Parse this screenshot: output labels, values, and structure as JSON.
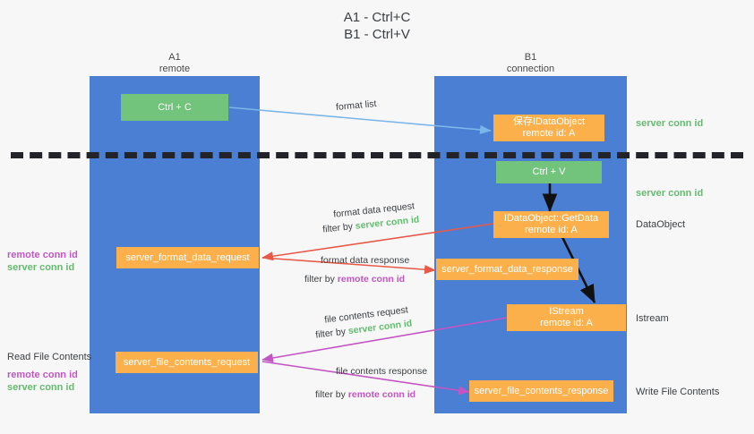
{
  "title": "A1 - Ctrl+C\nB1 - Ctrl+V",
  "columns": [
    {
      "name": "A1",
      "sub": "remote",
      "label": "A1\nremote"
    },
    {
      "name": "B1",
      "sub": "connection",
      "label": "B1\nconnection"
    }
  ],
  "colors": {
    "lane": "#4a7fd4",
    "node_green": "#72c37b",
    "node_orange": "#fbb04b",
    "server_conn_id": "#63bd6e",
    "remote_conn_id": "#c455c4",
    "arrow_blue": "#7ab6e8",
    "arrow_red": "#e8594a",
    "arrow_purple": "#c455c4",
    "arrow_black": "#111111",
    "background": "#f7f7f7"
  },
  "nodes": {
    "ctrl_c": "Ctrl + C",
    "ctrl_v": "Ctrl + V",
    "save_idataobject": "保存IDataObject\nremote id: A",
    "idataobject_getdata": "IDataObject::GetData\nremote id: A",
    "istream": "IStream\nremote id: A",
    "server_format_data_request": "server_format_data_request",
    "server_format_data_response": "server_format_data_response",
    "server_file_contents_request": "server_file_contents_request",
    "server_file_contents_response": "server_file_contents_response"
  },
  "edge_labels": {
    "format_list": "format list",
    "format_data_request": "format data request",
    "format_data_request_filter_prefix": "filter by ",
    "format_data_request_filter_value": "server conn id",
    "format_data_response": "format data response",
    "format_data_response_filter_prefix": "filter by ",
    "format_data_response_filter_value": "remote conn id",
    "file_contents_request": "file contents request",
    "file_contents_request_filter_prefix": "filter by ",
    "file_contents_request_filter_value": "server conn id",
    "file_contents_response": "file contents response",
    "file_contents_response_filter_prefix": "filter by ",
    "file_contents_response_filter_value": "remote conn id"
  },
  "right_labels": {
    "server_conn_id_top": "server conn id",
    "server_conn_id_mid": "server conn id",
    "dataobject": "DataObject",
    "istream": "Istream",
    "write_file_contents": "Write File Contents"
  },
  "left_labels": {
    "remote_conn_id_1": "remote conn id",
    "server_conn_id_1": "server conn id",
    "read_file_contents": "Read File Contents",
    "remote_conn_id_2": "remote conn id",
    "server_conn_id_2": "server conn id"
  }
}
